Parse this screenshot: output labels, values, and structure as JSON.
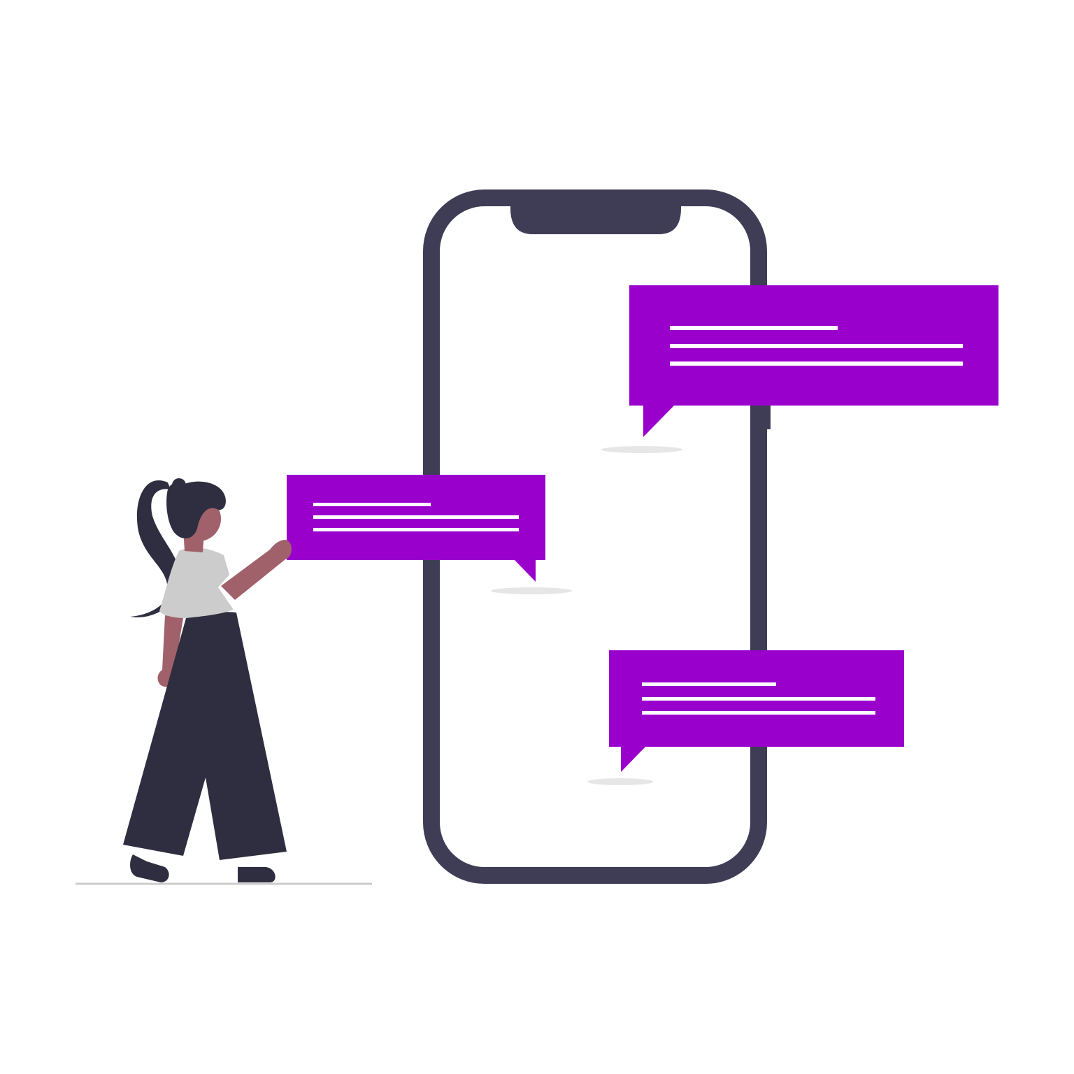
{
  "illustration": {
    "colors": {
      "background": "#ffffff",
      "phone_frame": "#3f3d56",
      "bubble": "#9900cc",
      "bubble_line": "#ffffff",
      "shadow": "#e6e6e6",
      "ground": "#cccccc",
      "hair": "#2f2e41",
      "skin": "#a0616a",
      "shirt": "#cccccc",
      "pants": "#2f2e41"
    },
    "icons": [
      "smartphone-icon",
      "chat-bubble-icon",
      "person-icon"
    ],
    "phone": {
      "has_notch": true,
      "has_side_button": true
    },
    "bubbles": [
      {
        "id": "top-right",
        "text_lines": 3,
        "tail_side": "left"
      },
      {
        "id": "middle-left",
        "text_lines": 3,
        "tail_side": "right"
      },
      {
        "id": "bottom-right",
        "text_lines": 3,
        "tail_side": "left"
      }
    ]
  }
}
